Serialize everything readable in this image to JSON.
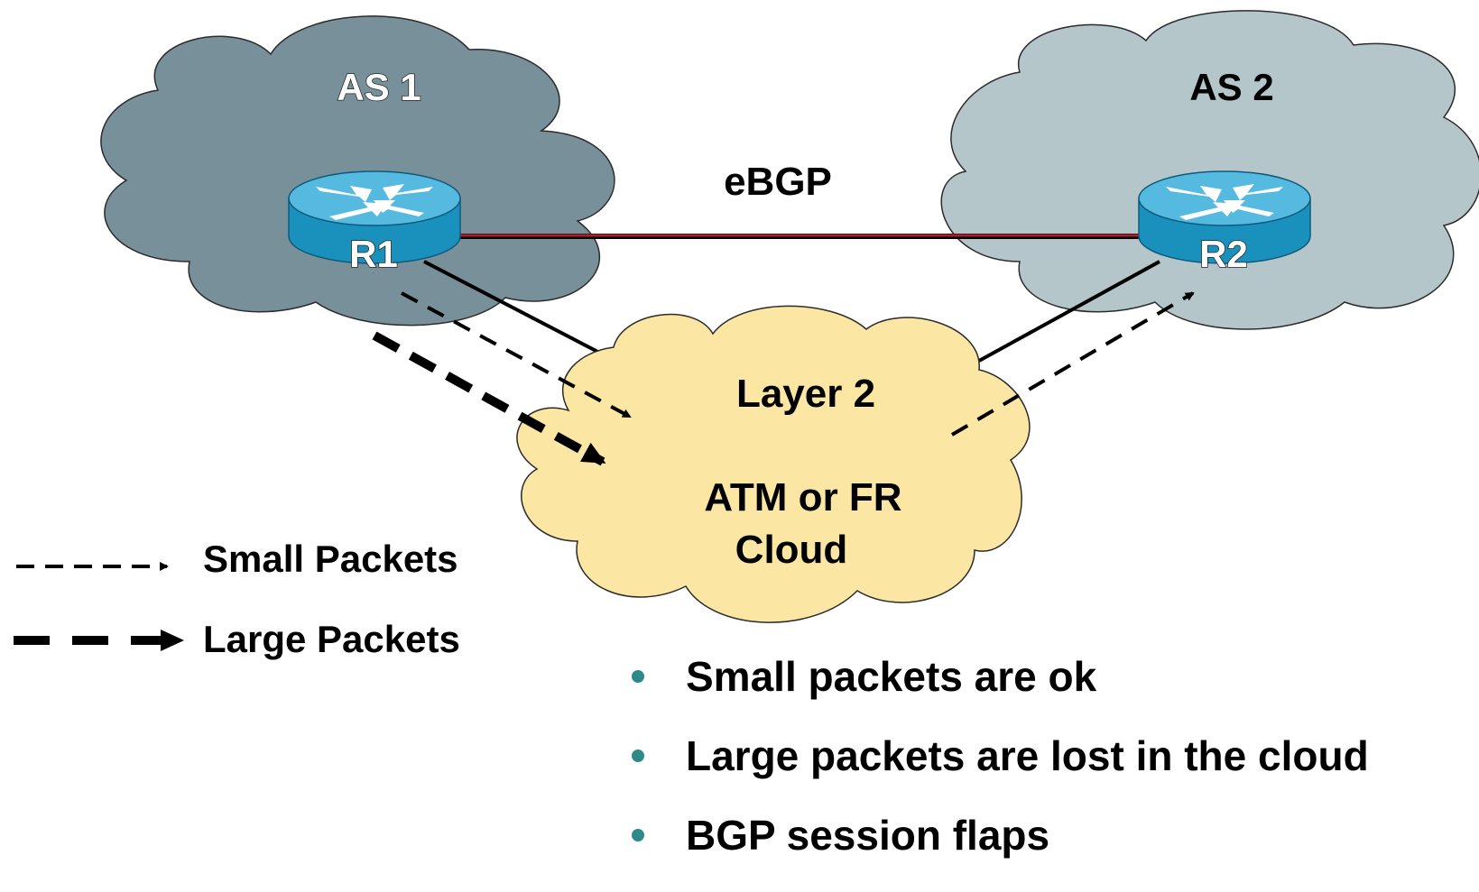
{
  "colors": {
    "as1_cloud": "#78909a",
    "as2_cloud": "#b4c6ca",
    "layer2_cloud": "#fbe6a3",
    "router_body": "#1a90bd",
    "router_top": "#56b9e0",
    "ebgp_link": "#a8202c",
    "bullet": "#2e8a8a"
  },
  "clouds": {
    "as1": {
      "label": "AS 1"
    },
    "as2": {
      "label": "AS 2"
    },
    "layer2": {
      "line1": "Layer 2",
      "line2": "ATM or FR",
      "line3": "Cloud"
    }
  },
  "routers": {
    "r1": {
      "label": "R1",
      "icon": "router-icon"
    },
    "r2": {
      "label": "R2",
      "icon": "router-icon"
    }
  },
  "links": {
    "ebgp_label": "eBGP"
  },
  "legend": {
    "small": "Small Packets",
    "large": "Large Packets"
  },
  "bullets": [
    "Small packets are ok",
    "Large packets are lost in the cloud",
    "BGP session flaps"
  ]
}
